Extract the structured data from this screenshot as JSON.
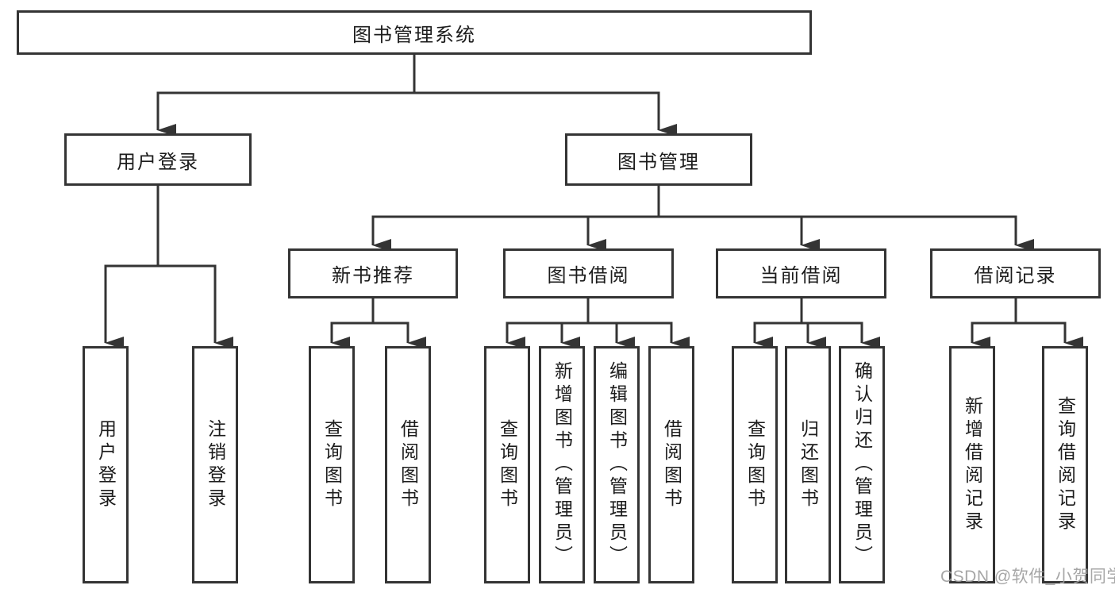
{
  "tree": {
    "root": {
      "label": "图书管理系统",
      "children": [
        {
          "label": "用户登录",
          "children": [
            {
              "label": "用户登录"
            },
            {
              "label": "注销登录"
            }
          ]
        },
        {
          "label": "图书管理",
          "children": [
            {
              "label": "新书推荐",
              "children": [
                {
                  "label": "查询图书"
                },
                {
                  "label": "借阅图书"
                }
              ]
            },
            {
              "label": "图书借阅",
              "children": [
                {
                  "label": "查询图书"
                },
                {
                  "label": "新增图书（管理员）"
                },
                {
                  "label": "编辑图书（管理员）"
                },
                {
                  "label": "借阅图书"
                }
              ]
            },
            {
              "label": "当前借阅",
              "children": [
                {
                  "label": "查询图书"
                },
                {
                  "label": "归还图书"
                },
                {
                  "label": "确认归还（管理员）"
                }
              ]
            },
            {
              "label": "借阅记录",
              "children": [
                {
                  "label": "新增借阅记录"
                },
                {
                  "label": "查询借阅记录"
                }
              ]
            }
          ]
        }
      ]
    }
  },
  "watermark": {
    "text": "CSDN @软件_小贺同学"
  },
  "colors": {
    "line": "#343434",
    "box_border": "#343434",
    "text": "#1c1c1c",
    "watermark": "#9d9d9d",
    "background": "#ffffff"
  }
}
